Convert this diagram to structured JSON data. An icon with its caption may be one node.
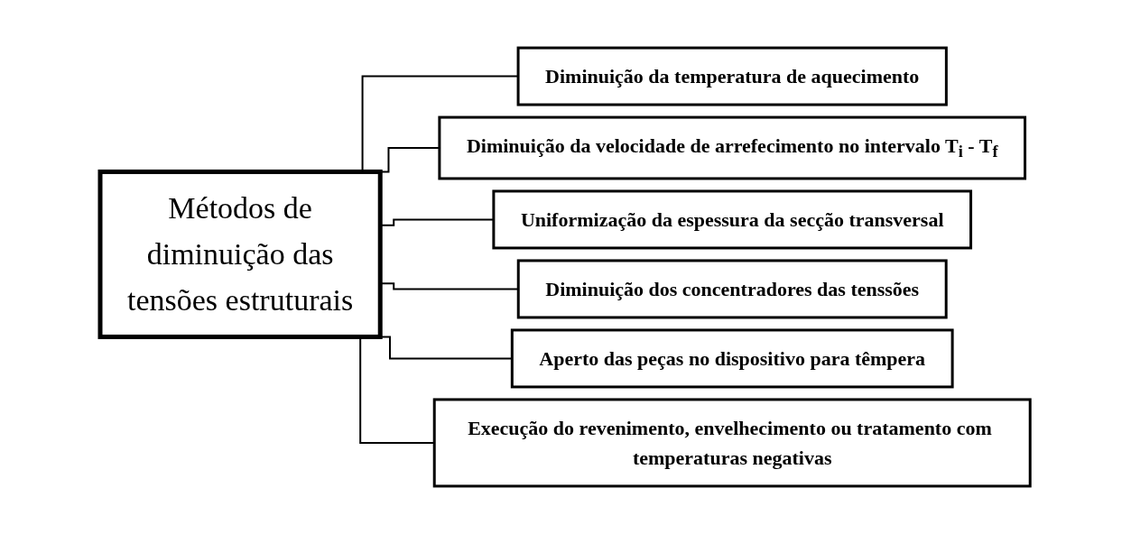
{
  "diagram": {
    "nodes": [
      {
        "text": [
          "Métodos de diminuição das tensões estruturais"
        ]
      },
      {
        "text": [
          "Diminuição da temperatura de aquecimento"
        ]
      },
      {
        "text": [
          "Diminuição da velocidade de arrefecimento no intervalo T$_{i}$ - T$_{f}$"
        ]
      },
      {
        "text": [
          "Uniformização da espessura da secção transversal"
        ]
      },
      {
        "text": [
          "Diminuição dos concentradores das tenssões"
        ]
      },
      {
        "text": [
          "Aperto das peças no dispositivo para têmpera"
        ]
      },
      {
        "text": [
          "Execução do revenimento, envelhecimento ou tratamento com temperaturas negativas"
        ]
      }
    ],
    "edges": [
      {
        "from": 0,
        "to": 1,
        "arrow": "none"
      },
      {
        "from": 0,
        "to": 2,
        "arrow": "none"
      },
      {
        "from": 0,
        "to": 3,
        "arrow": "none"
      },
      {
        "from": 0,
        "to": 4,
        "arrow": "none"
      },
      {
        "from": 0,
        "to": 5,
        "arrow": "none"
      },
      {
        "from": 0,
        "to": 6,
        "arrow": "none"
      }
    ]
  }
}
